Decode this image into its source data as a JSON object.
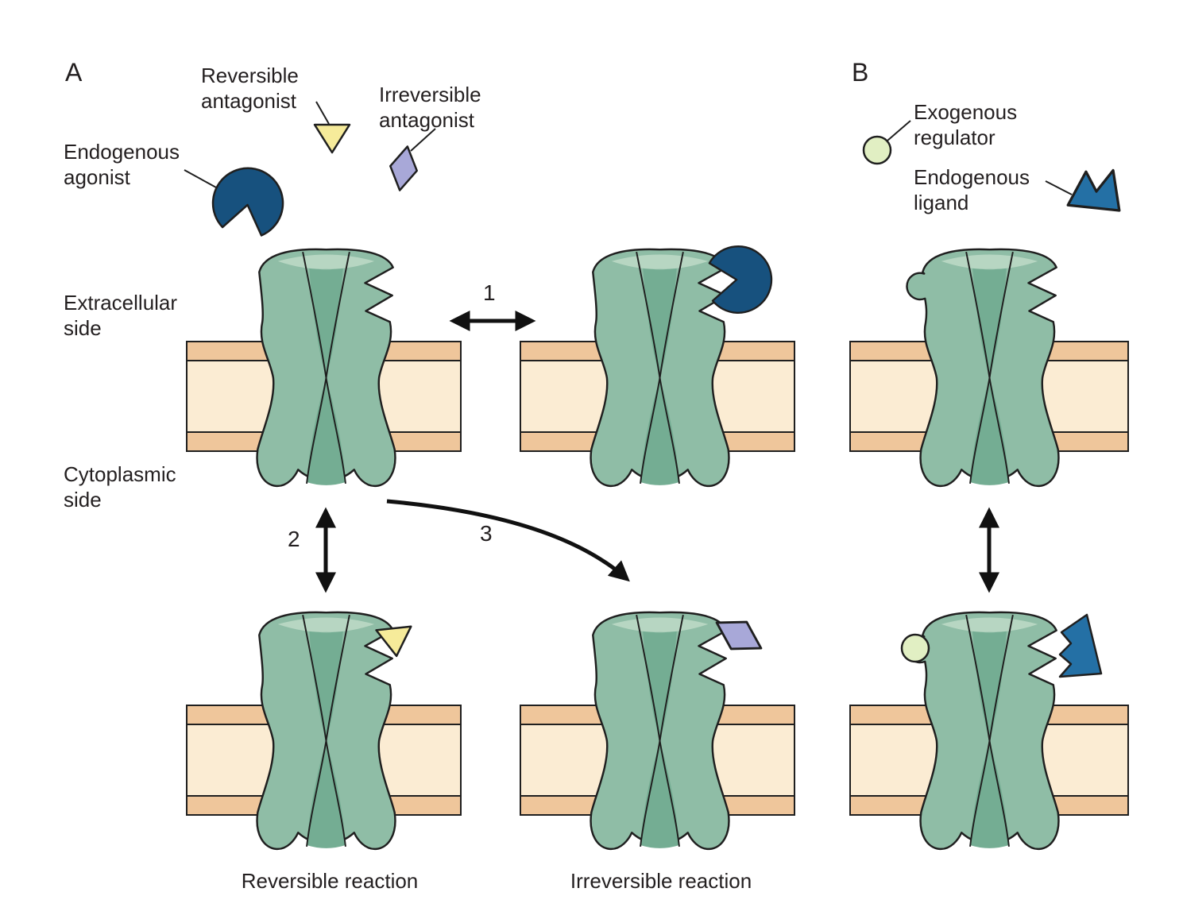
{
  "panel_a": {
    "label": "A"
  },
  "panel_b": {
    "label": "B"
  },
  "legend": {
    "reversible_antagonist": "Reversible antagonist",
    "irreversible_antagonist": "Irreversible antagonist",
    "endogenous_agonist": "Endogenous agonist",
    "exogenous_regulator": "Exogenous regulator",
    "endogenous_ligand": "Endogenous ligand"
  },
  "sides": {
    "extracellular": "Extracellular side",
    "cytoplasmic": "Cytoplasmic side"
  },
  "steps": {
    "step1": "1",
    "step2": "2",
    "step3": "3"
  },
  "captions": {
    "reversible_reaction": "Reversible reaction",
    "irreversible_reaction": "Irreversible reaction"
  },
  "colors": {
    "receptor_body": "#8fbda6",
    "receptor_highlight": "#b7d6c2",
    "receptor_channel": "#74ad93",
    "membrane_outer": "#efc69b",
    "membrane_inner": "#fbecd3",
    "agonist_blue": "#17517e",
    "antagonist_yellow": "#f6eb9a",
    "antagonist_lavender": "#a8a8d8",
    "regulator_green": "#e1efc3",
    "ligand_blue": "#2470a5",
    "outline": "#1f1f1f"
  }
}
